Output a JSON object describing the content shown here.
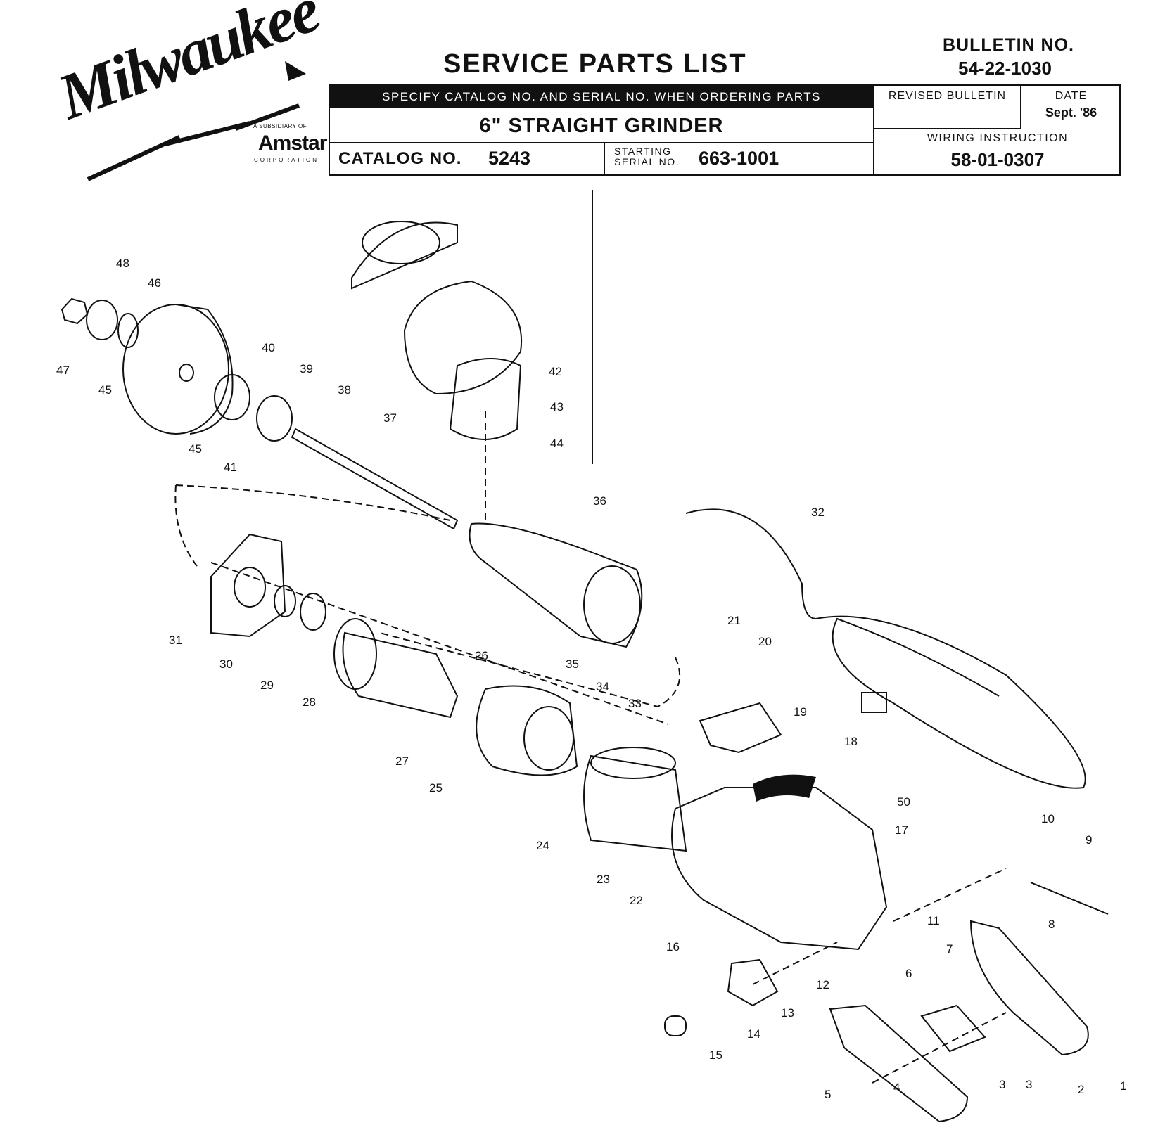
{
  "brand": {
    "logo_text": "Milwaukee",
    "subsidiary_line": "A SUBSIDIARY OF",
    "parent_name": "Amstar",
    "parent_corp": "CORPORATION"
  },
  "header": {
    "title": "SERVICE PARTS LIST",
    "bulletin_label": "BULLETIN NO.",
    "bulletin_no": "54-22-1030",
    "specify_note": "SPECIFY CATALOG NO. AND SERIAL NO. WHEN ORDERING PARTS",
    "product_name": "6\" STRAIGHT GRINDER",
    "revised_bulletin_label": "REVISED BULLETIN",
    "revised_bulletin_value": "",
    "date_label": "DATE",
    "date_value": "Sept. '86",
    "catalog_label": "CATALOG NO.",
    "catalog_no": "5243",
    "starting_label_1": "STARTING",
    "starting_label_2": "SERIAL NO.",
    "starting_serial": "663-1001",
    "wiring_label": "WIRING INSTRUCTION",
    "wiring_no": "58-01-0307"
  },
  "diagram": {
    "callouts": [
      "1",
      "2",
      "3",
      "3",
      "4",
      "5",
      "6",
      "7",
      "8",
      "9",
      "10",
      "11",
      "12",
      "13",
      "14",
      "15",
      "16",
      "17",
      "18",
      "19",
      "20",
      "21",
      "22",
      "23",
      "24",
      "25",
      "26",
      "27",
      "28",
      "29",
      "30",
      "31",
      "32",
      "33",
      "34",
      "35",
      "36",
      "37",
      "38",
      "39",
      "40",
      "41",
      "42",
      "43",
      "44",
      "45",
      "45",
      "46",
      "47",
      "48",
      "50"
    ]
  }
}
